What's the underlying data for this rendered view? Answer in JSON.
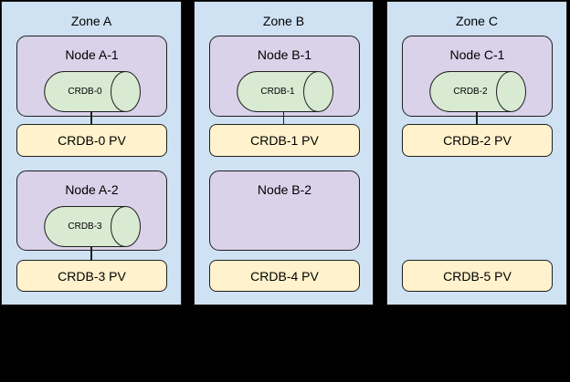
{
  "colors": {
    "page-bg": "#000000",
    "zone-fill": "#cfe2f3",
    "node-fill": "#d9d2e9",
    "disk-fill": "#d9ead3",
    "pv-fill": "#fff2cc",
    "border": "#1f1f1f",
    "text": "#000000"
  },
  "zones": [
    {
      "title": "Zone A",
      "rows": [
        {
          "node": "Node A-1",
          "disk": "CRDB-0",
          "pv": "CRDB-0 PV",
          "connected": true
        },
        {
          "node": "Node A-2",
          "disk": "CRDB-3",
          "pv": "CRDB-3 PV",
          "connected": true
        }
      ]
    },
    {
      "title": "Zone B",
      "rows": [
        {
          "node": "Node B-1",
          "disk": "CRDB-1",
          "pv": "CRDB-1 PV",
          "connected": true
        },
        {
          "node": "Node B-2",
          "pv": "CRDB-4 PV",
          "connected": false
        }
      ]
    },
    {
      "title": "Zone C",
      "rows": [
        {
          "node": "Node C-1",
          "disk": "CRDB-2",
          "pv": "CRDB-2 PV",
          "connected": true
        },
        {
          "pv": "CRDB-5 PV",
          "connected": false
        }
      ]
    }
  ]
}
